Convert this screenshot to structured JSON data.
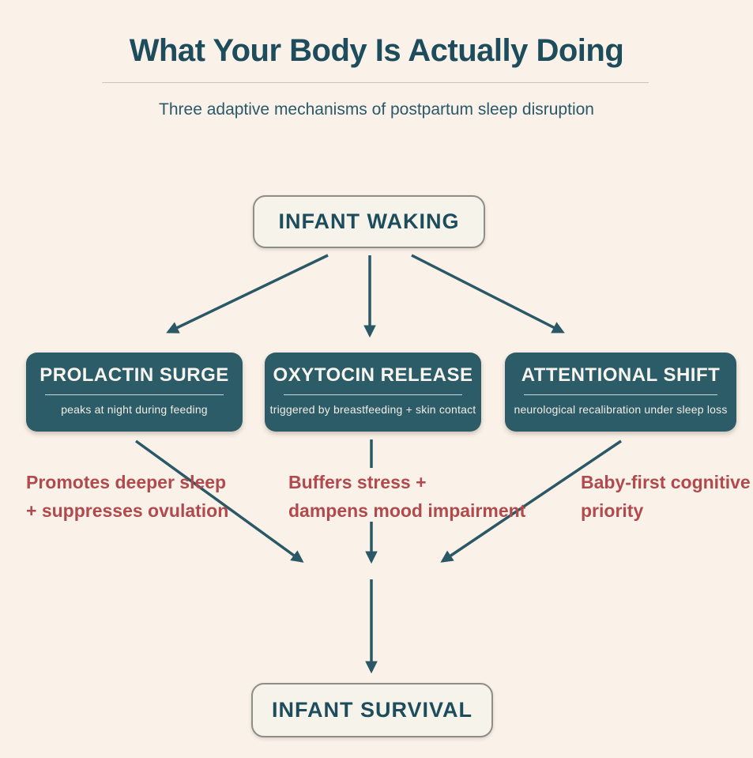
{
  "header": {
    "title": "What Your Body Is Actually Doing",
    "subtitle": "Three adaptive mechanisms of postpartum sleep disruption"
  },
  "flowchart": {
    "source": {
      "label": "INFANT WAKING"
    },
    "mechanisms": [
      {
        "title": "PROLACTIN SURGE",
        "description": "peaks at night during feeding",
        "effect_line1": "Promotes deeper sleep",
        "effect_line2": "+ suppresses ovulation"
      },
      {
        "title": "OXYTOCIN RELEASE",
        "description": "triggered by breastfeeding + skin contact",
        "effect_line1": "Buffers stress +",
        "effect_line2": "dampens mood impairment"
      },
      {
        "title": "ATTENTIONAL SHIFT",
        "description": "neurological recalibration under sleep loss",
        "effect_line1": "Baby-first cognitive",
        "effect_line2": "priority"
      }
    ],
    "outcome": {
      "label": "INFANT SURVIVAL"
    }
  },
  "colors": {
    "background": "#faf1e8",
    "mechanism_box_teal": "#2d5c69",
    "heading_teal": "#1d4d5c",
    "arrow_teal": "#2a5866",
    "effect_red": "#b04a4d",
    "node_fill": "#f6f3ea",
    "node_border": "#8e8e86"
  }
}
